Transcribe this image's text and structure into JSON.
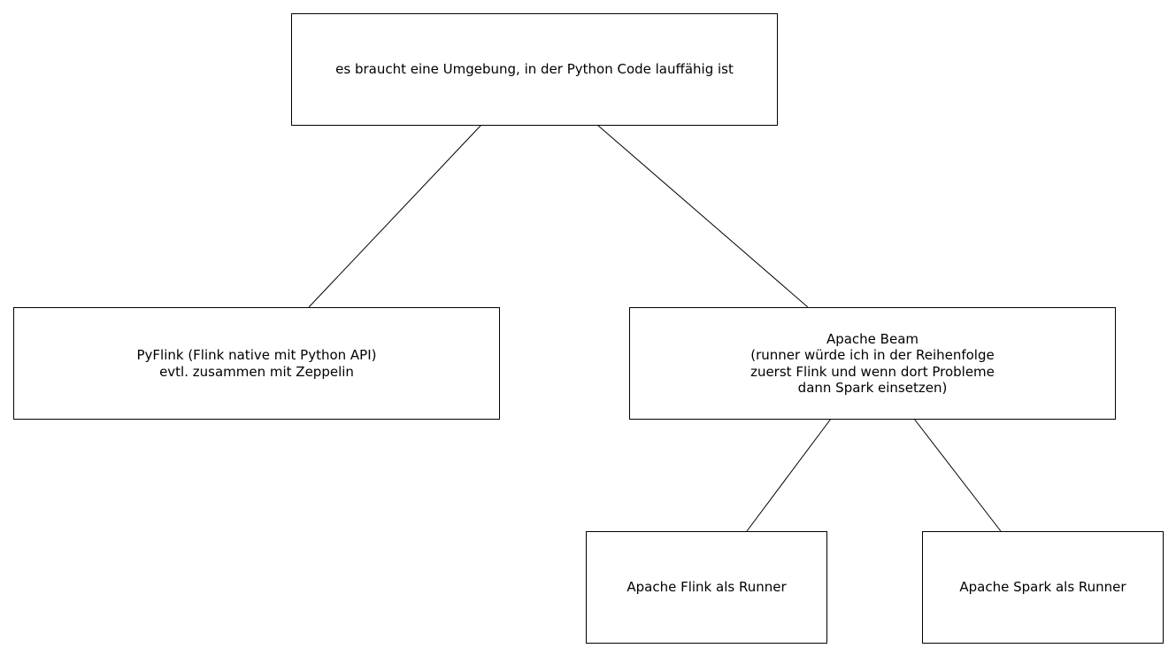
{
  "diagram": {
    "nodes": {
      "root": {
        "text": "es braucht eine Umgebung, in der Python Code lauffähig ist"
      },
      "pyflink": {
        "text": "PyFlink (Flink native mit Python API)\nevtl. zusammen mit Zeppelin"
      },
      "beam": {
        "text": "Apache Beam\n(runner würde ich in der Reihenfolge\nzuerst Flink und wenn dort Probleme\ndann Spark einsetzen)"
      },
      "flink_runner": {
        "text": "Apache Flink als Runner"
      },
      "spark_runner": {
        "text": "Apache Spark als Runner"
      }
    },
    "edges": [
      {
        "from": "root",
        "to": "pyflink"
      },
      {
        "from": "root",
        "to": "beam"
      },
      {
        "from": "beam",
        "to": "flink_runner"
      },
      {
        "from": "beam",
        "to": "spark_runner"
      }
    ]
  }
}
